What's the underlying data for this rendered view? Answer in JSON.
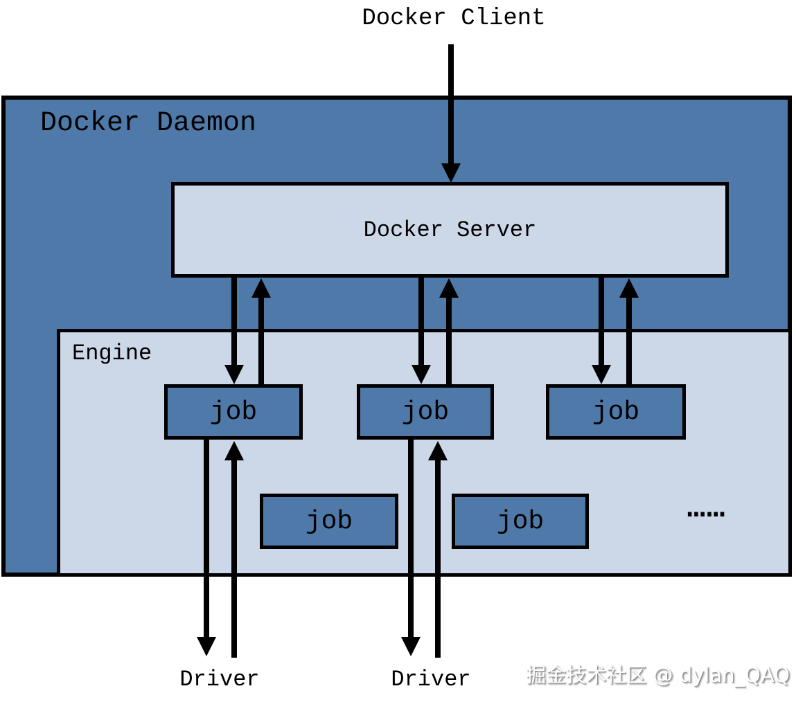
{
  "diagram": {
    "client": {
      "label": "Docker Client"
    },
    "daemon": {
      "label": "Docker Daemon"
    },
    "server": {
      "label": "Docker Server"
    },
    "engine": {
      "label": "Engine"
    },
    "jobs": [
      {
        "label": "job"
      },
      {
        "label": "job"
      },
      {
        "label": "job"
      },
      {
        "label": "job"
      },
      {
        "label": "job"
      }
    ],
    "ellipsis": "……",
    "drivers": [
      {
        "label": "Driver"
      },
      {
        "label": "Driver"
      }
    ],
    "watermark": "掘金技术社区 @ dylan_QAQ",
    "colors": {
      "daemon_fill": "#4e79a9",
      "panel_fill": "#ccd8e8",
      "line": "#000000",
      "background": "#ffffff"
    }
  }
}
